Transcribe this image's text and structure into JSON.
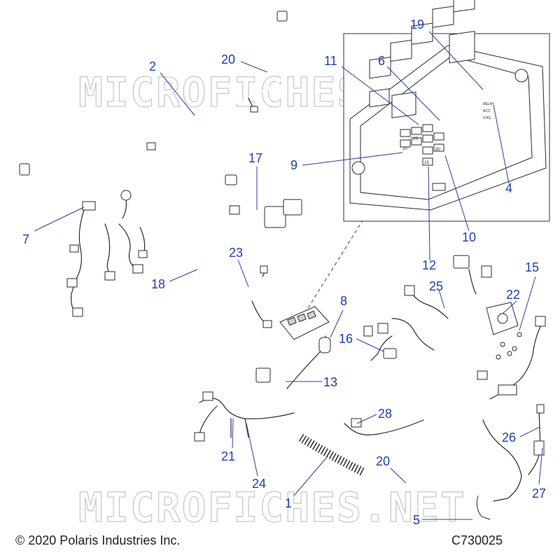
{
  "watermark": "MICROFICHES.NET",
  "footer": {
    "copyright": "© 2020 Polaris Industries Inc.",
    "figure_code": "C730025"
  },
  "callouts": {
    "c1": "1",
    "c2": "2",
    "c4": "4",
    "c5": "5",
    "c6": "6",
    "c7": "7",
    "c8": "8",
    "c9": "9",
    "c10": "10",
    "c11": "11",
    "c12": "12",
    "c13": "13",
    "c15": "15",
    "c16": "16",
    "c17": "17",
    "c18": "18",
    "c19": "19",
    "c20a": "20",
    "c20b": "20",
    "c21": "21",
    "c22": "22",
    "c23": "23",
    "c24": "24",
    "c25": "25",
    "c26": "26",
    "c27": "27",
    "c28": "28"
  },
  "fuse_box_labels": {
    "f20": "20",
    "f25": "25",
    "f30": "30",
    "f15": "15",
    "r1": "RELAY",
    "r2": "ACC",
    "r3": "CHG"
  },
  "colors": {
    "callout": "#1f3fb8",
    "line": "#2a2a2a",
    "watermark": "#c9c9c9"
  }
}
